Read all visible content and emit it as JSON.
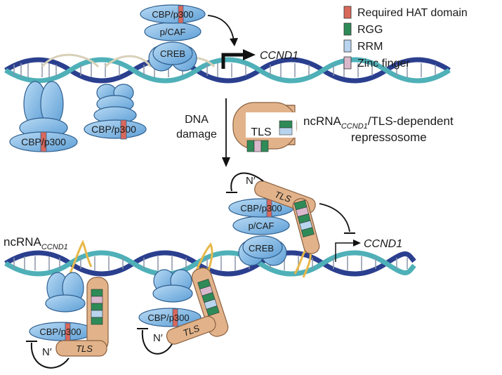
{
  "legend": {
    "items": [
      {
        "label": "Required HAT domain",
        "color": "#d9685a"
      },
      {
        "label": "RGG",
        "color": "#2e8b57"
      },
      {
        "label": "RRM",
        "color": "#b8d4ee"
      },
      {
        "label": "Zinc finger",
        "color": "#d9b8cc"
      }
    ]
  },
  "top": {
    "complex": [
      "CBP/p300",
      "p/CAF",
      "CREB"
    ],
    "gene": "CCND1",
    "left_protein_1": "CBP/p300",
    "left_protein_2": "CBP/p300"
  },
  "middle": {
    "step_label_line1": "DNA",
    "step_label_line2": "damage",
    "tls_label": "TLS",
    "repressosome_prefix": "ncRNA",
    "repressosome_subscript": "CCND1",
    "repressosome_suffix": "/TLS-dependent",
    "repressosome_line2": "repressosome"
  },
  "bottom": {
    "ncrna_prefix": "ncRNA",
    "ncrna_subscript": "CCND1",
    "complex": [
      "CBP/p300",
      "p/CAF",
      "CREB"
    ],
    "gene": "CCND1",
    "n_term": "N′",
    "tls": "TLS",
    "cbp": "CBP/p300"
  },
  "colors": {
    "protein_blue": "#7fb7e4",
    "protein_stroke": "#2f5f8f",
    "tls_tan": "#e2b38a",
    "dna_dark": "#2b3f8f",
    "dna_light": "#4fb0b8",
    "rna_yellow": "#e8b84a"
  }
}
